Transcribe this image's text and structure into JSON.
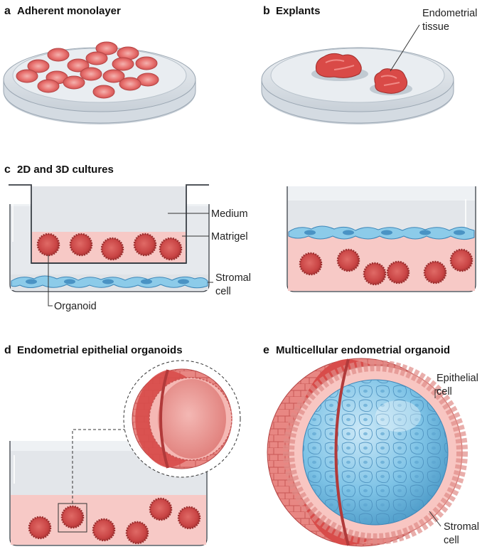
{
  "panels": {
    "a": {
      "letter": "a",
      "title": "Adherent monolayer"
    },
    "b": {
      "letter": "b",
      "title": "Explants",
      "label_tissue_line1": "Endometrial",
      "label_tissue_line2": "tissue"
    },
    "c": {
      "letter": "c",
      "title": "2D and 3D cultures",
      "label_medium": "Medium",
      "label_matrigel": "Matrigel",
      "label_stromal_line1": "Stromal",
      "label_stromal_line2": "cell",
      "label_organoid": "Organoid"
    },
    "d": {
      "letter": "d",
      "title": "Endometrial epithelial organoids"
    },
    "e": {
      "letter": "e",
      "title": "Multicellular endometrial organoid",
      "label_epithelial_line1": "Epithelial",
      "label_epithelial_line2": "cell",
      "label_stromal_line1": "Stromal",
      "label_stromal_line2": "cell"
    }
  },
  "colors": {
    "cell_fill": "#e8716f",
    "cell_core": "#f2a6a2",
    "matrigel": "#f7c9c6",
    "medium": "#e3e6ea",
    "stromal": "#7ec3e6",
    "dish": "#d6dce2"
  }
}
